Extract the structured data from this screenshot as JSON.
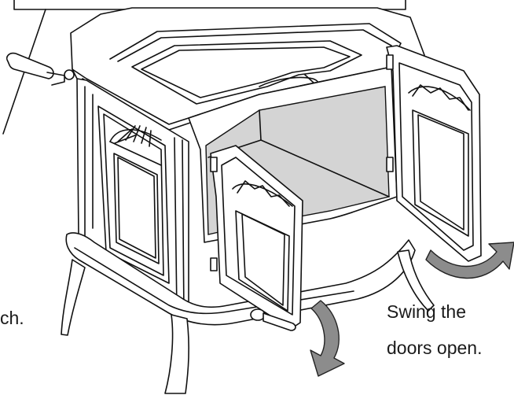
{
  "captions": {
    "left_fragment": "ch.",
    "right_line1": "Swing the",
    "right_line2": "doors open."
  },
  "colors": {
    "line": "#111111",
    "arrow_fill": "#8c8c8c",
    "firebox_fill": "#d4d4d4",
    "background": "#ffffff"
  },
  "icons": {
    "swing_arrow_left": "curved-down-arrow",
    "swing_arrow_right": "curved-right-arrow"
  }
}
